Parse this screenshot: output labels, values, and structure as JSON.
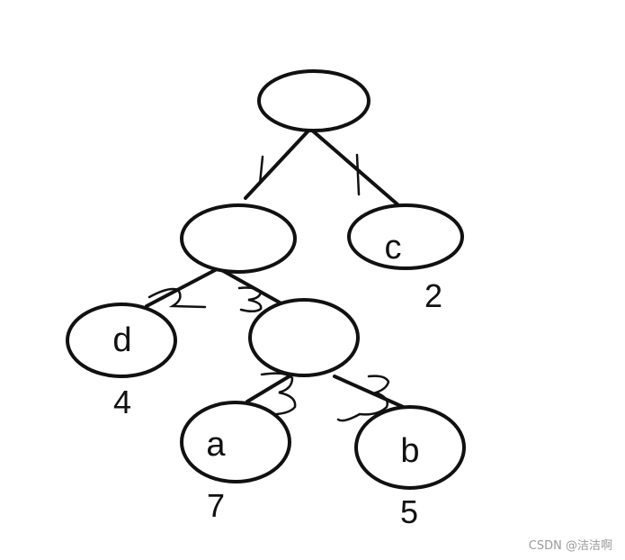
{
  "tree": {
    "nodes": [
      {
        "id": "root",
        "label": ""
      },
      {
        "id": "left",
        "label": ""
      },
      {
        "id": "c",
        "label": "c",
        "weight": "2"
      },
      {
        "id": "d",
        "label": "d",
        "weight": "4"
      },
      {
        "id": "mid",
        "label": ""
      },
      {
        "id": "a",
        "label": "a",
        "weight": "7"
      },
      {
        "id": "b",
        "label": "b",
        "weight": "5"
      }
    ],
    "edges": [
      {
        "from": "root",
        "to": "left",
        "code": "1"
      },
      {
        "from": "root",
        "to": "c",
        "code": "1"
      },
      {
        "from": "left",
        "to": "d",
        "code": "2"
      },
      {
        "from": "left",
        "to": "mid",
        "code": "3"
      },
      {
        "from": "mid",
        "to": "a",
        "code": "3"
      },
      {
        "from": "mid",
        "to": "b",
        "code": "3"
      }
    ]
  },
  "watermark": "CSDN @洁洁啊",
  "colors": {
    "ink": "#111111",
    "background": "#ffffff",
    "watermark": "#9a9a9a"
  }
}
